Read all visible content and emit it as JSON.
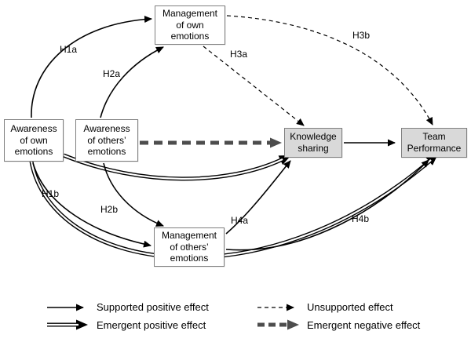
{
  "diagram": {
    "nodes": {
      "awareness_own": {
        "label": "Awareness\nof own\nemotions"
      },
      "awareness_others": {
        "label": "Awareness\nof others’\nemotions"
      },
      "mgmt_own": {
        "label": "Management\nof own\nemotions"
      },
      "mgmt_others": {
        "label": "Management\nof others’\nemotions"
      },
      "knowledge_sharing": {
        "label": "Knowledge\nsharing"
      },
      "team_performance": {
        "label": "Team\nPerformance"
      }
    },
    "path_labels": {
      "h1a": "H1a",
      "h2a": "H2a",
      "h3a": "H3a",
      "h3b": "H3b",
      "h1b": "H1b",
      "h2b": "H2b",
      "h4a": "H4a",
      "h4b": "H4b"
    },
    "legend": {
      "supported": "Supported positive effect",
      "unsupported": "Unsupported effect",
      "emergent_positive": "Emergent positive effect",
      "emergent_negative": "Emergent negative effect"
    },
    "colors": {
      "node_fill": "#ffffff",
      "outcome_fill": "#d9d9d9",
      "node_border": "#7f7f7f",
      "line": "#000000",
      "negative_line": "#4d4d4d"
    }
  }
}
